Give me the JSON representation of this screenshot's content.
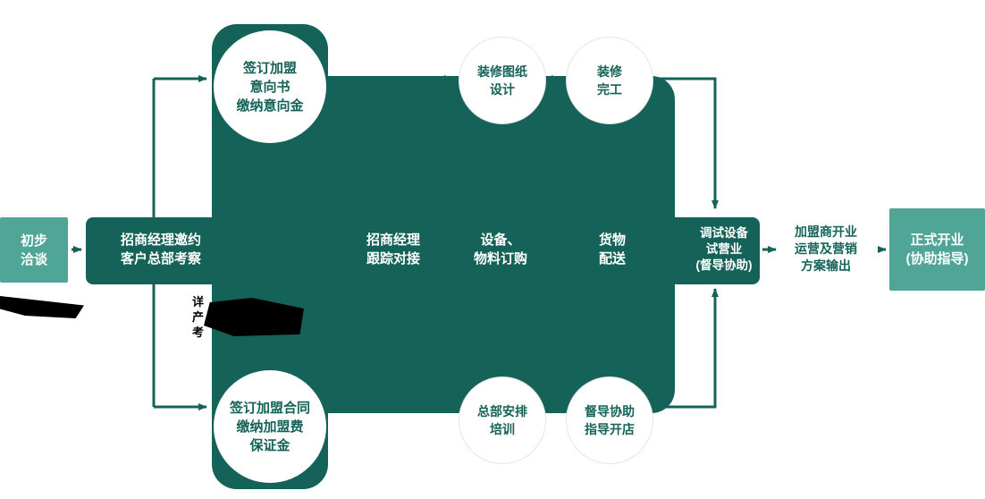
{
  "colors": {
    "dark_teal": "#156358",
    "light_teal": "#4FA697",
    "step_text": "#ffffff",
    "note_black": "#000000"
  },
  "flow": {
    "initial_box": {
      "line1": "初步",
      "line2": "洽谈"
    },
    "invite_step": {
      "line1": "招商经理邀约",
      "line2": "客户总部考察"
    },
    "intent_circle": {
      "line1": "签订加盟",
      "line2": "意向书",
      "line3": "缴纳意向金"
    },
    "contract_circle": {
      "line1": "签订加盟合同",
      "line2": "缴纳加盟费",
      "line3": "保证金"
    },
    "follow_step": {
      "line1": "招商经理",
      "line2": "跟踪对接"
    },
    "order_step": {
      "line1": "设备、",
      "line2": "物料订购"
    },
    "delivery_step": {
      "line1": "货物",
      "line2": "配送"
    },
    "design_circle": {
      "line1": "装修图纸",
      "line2": "设计"
    },
    "complete_circle": {
      "line1": "装修",
      "line2": "完工"
    },
    "training_circle": {
      "line1": "总部安排",
      "line2": "培训"
    },
    "supervise_circle": {
      "line1": "督导协助",
      "line2": "指导开店"
    },
    "trial_step": {
      "line1": "调试设备",
      "line2": "试营业",
      "line3": "(督导协助)"
    },
    "output_block": {
      "line1": "加盟商开业",
      "line2": "运营及营销",
      "line3": "方案输出"
    },
    "final_box": {
      "line1": "正式开业",
      "line2": "(协助指导)"
    },
    "obscured_note": {
      "line1": "详",
      "line2": "产",
      "line3": "考"
    }
  }
}
